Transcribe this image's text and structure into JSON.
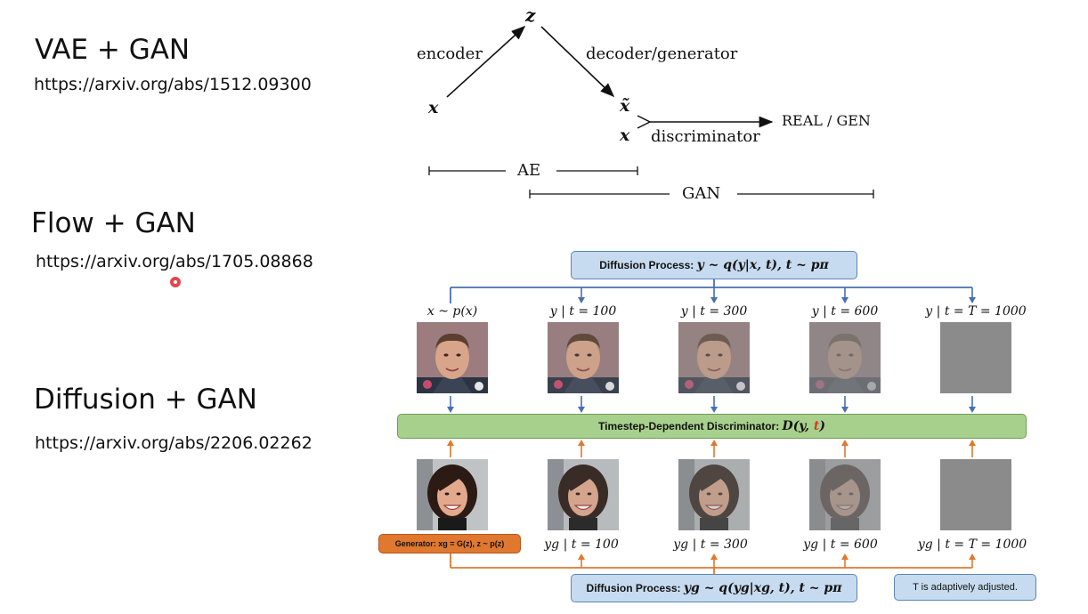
{
  "left": [
    {
      "title": "VAE + GAN",
      "link": "https://arxiv.org/abs/1512.09300"
    },
    {
      "title": "Flow + GAN",
      "link": "https://arxiv.org/abs/1705.08868"
    },
    {
      "title": "Diffusion + GAN",
      "link": "https://arxiv.org/abs/2206.02262"
    }
  ],
  "vaegan": {
    "z": "z",
    "x": "x",
    "x_tilde": "x̃",
    "x2": "x",
    "encoder": "encoder",
    "decoder": "decoder/generator",
    "discriminator": "discriminator",
    "output": "REAL / GEN",
    "ae": "AE",
    "gan": "GAN"
  },
  "diffusion": {
    "top_process_prefix": "Diffusion Process:",
    "top_process_formula": "y ~ q(y|x, t), t ~ pπ",
    "disc_prefix": "Timestep-Dependent Discriminator:",
    "disc_formula_a": "D(y, ",
    "disc_formula_t": "t",
    "disc_formula_b": ")",
    "real_labels": [
      "x ~ p(x)",
      "y | t = 100",
      "y | t = 300",
      "y | t = 600",
      "y | t = T = 1000"
    ],
    "gen_labels": [
      "yg | t = 100",
      "yg | t = 300",
      "yg | t = 600",
      "yg | t = T = 1000"
    ],
    "generator": "Generator: xg = G(z), z ~ p(z)",
    "bottom_process_prefix": "Diffusion Process:",
    "bottom_process_formula": "yg ~ q(yg|xg, t), t ~ pπ",
    "note": "T is adaptively adjusted.",
    "noise_levels": [
      0,
      0.15,
      0.38,
      0.68,
      1.0
    ]
  },
  "colors": {
    "blue_arrow": "#4a6fb0",
    "orange_arrow": "#e0782f",
    "box_blue": "#c6dbef",
    "box_green": "#a8d08d",
    "box_orange": "#e0782f",
    "cursor": "#e0262e"
  }
}
